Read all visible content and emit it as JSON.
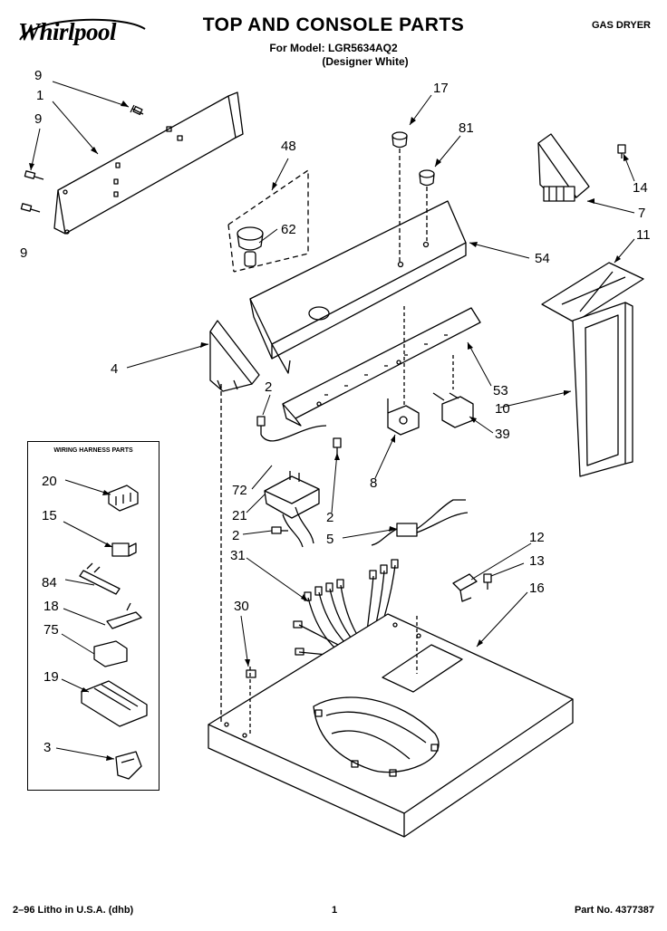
{
  "header": {
    "title": "TOP AND CONSOLE PARTS",
    "model_line": "For Model: LGR5634AQ2",
    "model_note": "(Designer White)",
    "brand": "Whirlpool",
    "product": "GAS DRYER"
  },
  "wiring_box": {
    "title": "WIRING HARNESS PARTS"
  },
  "callouts": [
    {
      "id": "c9a",
      "label": "9"
    },
    {
      "id": "c1",
      "label": "1"
    },
    {
      "id": "c9b",
      "label": "9"
    },
    {
      "id": "c9c",
      "label": "9"
    },
    {
      "id": "c48",
      "label": "48"
    },
    {
      "id": "c62",
      "label": "62"
    },
    {
      "id": "c17",
      "label": "17"
    },
    {
      "id": "c81",
      "label": "81"
    },
    {
      "id": "c54",
      "label": "54"
    },
    {
      "id": "c14",
      "label": "14"
    },
    {
      "id": "c7",
      "label": "7"
    },
    {
      "id": "c11",
      "label": "11"
    },
    {
      "id": "c4",
      "label": "4"
    },
    {
      "id": "c2a",
      "label": "2"
    },
    {
      "id": "c53",
      "label": "53"
    },
    {
      "id": "c10",
      "label": "10"
    },
    {
      "id": "c39",
      "label": "39"
    },
    {
      "id": "c8",
      "label": "8"
    },
    {
      "id": "c72",
      "label": "72"
    },
    {
      "id": "c21",
      "label": "21"
    },
    {
      "id": "c2b",
      "label": "2"
    },
    {
      "id": "c2c",
      "label": "2"
    },
    {
      "id": "c5",
      "label": "5"
    },
    {
      "id": "c31",
      "label": "31"
    },
    {
      "id": "c12",
      "label": "12"
    },
    {
      "id": "c13",
      "label": "13"
    },
    {
      "id": "c16",
      "label": "16"
    },
    {
      "id": "c30",
      "label": "30"
    },
    {
      "id": "c20",
      "label": "20"
    },
    {
      "id": "c15",
      "label": "15"
    },
    {
      "id": "c84",
      "label": "84"
    },
    {
      "id": "c18",
      "label": "18"
    },
    {
      "id": "c75",
      "label": "75"
    },
    {
      "id": "c19",
      "label": "19"
    },
    {
      "id": "c3",
      "label": "3"
    }
  ],
  "footer": {
    "left": "2–96 Litho in U.S.A. (dhb)",
    "page": "1",
    "part_no": "Part No. 4377387"
  }
}
